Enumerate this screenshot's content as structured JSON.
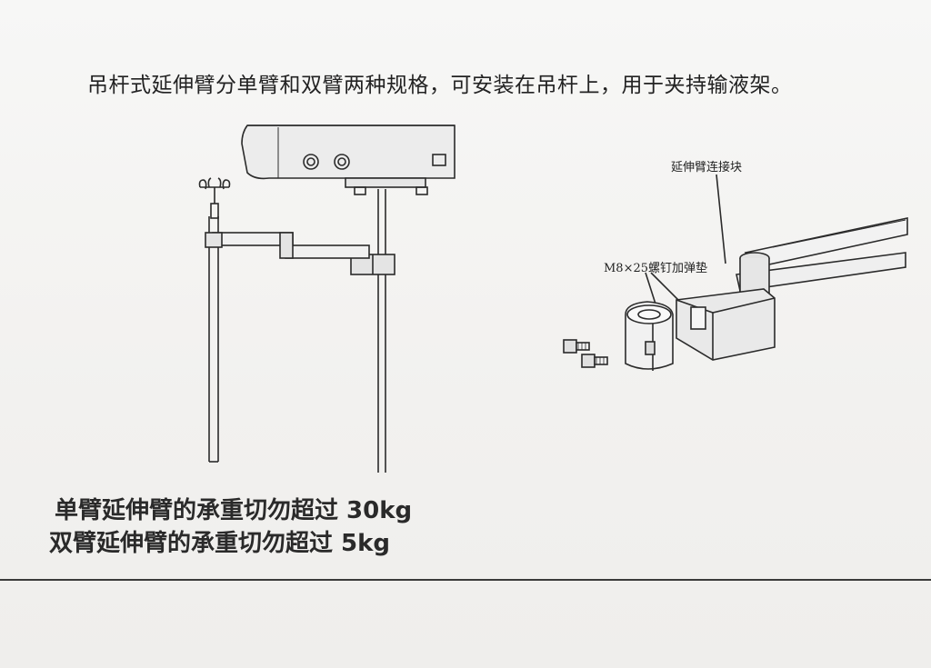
{
  "intro": "吊杆式延伸臂分单臂和双臂两种规格，可安装在吊杆上，用于夹持输液架。",
  "labels": {
    "connector_block": "延伸臂连接块",
    "screw": "M8×25螺钉加弹垫"
  },
  "warnings": [
    "单臂延伸臂的承重切勿超过 30kg",
    "双臂延伸臂的承重切勿超过 5kg"
  ]
}
